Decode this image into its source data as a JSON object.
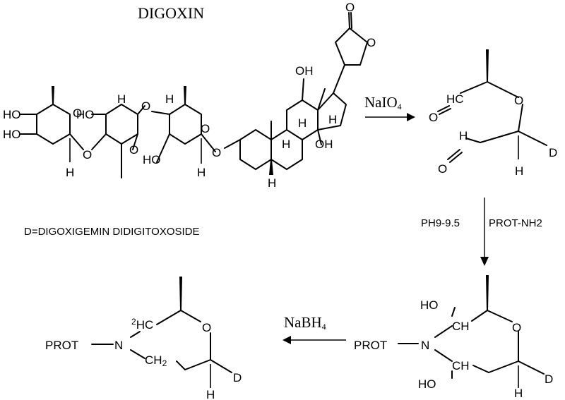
{
  "title": "DIGOXIN",
  "definition": "D=DIGOXIGEMIN DIDIGITOXOSIDE",
  "reagents": {
    "step1": {
      "name": "NaIO",
      "sub": "4"
    },
    "step2": {
      "ph": "PH9-9.5",
      "amine": "PROT-NH2"
    },
    "step3": {
      "name": "NaBH",
      "sub": "4"
    }
  },
  "atoms": {
    "ho": "HO",
    "oh": "OH",
    "o": "O",
    "h": "H",
    "d": "D",
    "hc": "HC",
    "ch": "CH",
    "n": "N",
    "prot": "PROT",
    "ch2": "CH",
    "two": "2",
    "sub2": "2"
  }
}
